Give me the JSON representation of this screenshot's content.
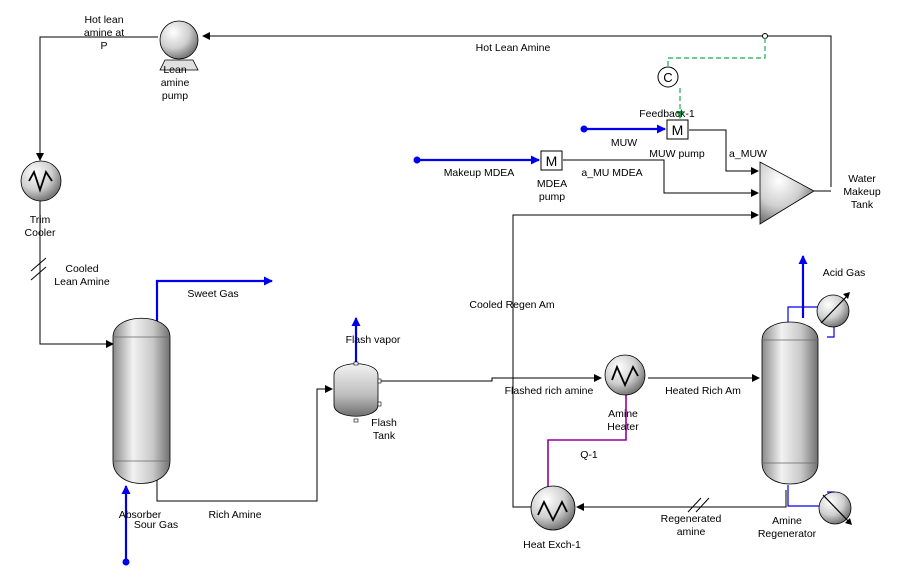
{
  "colors": {
    "process_stream": "#000000",
    "material_feed": "#0000ee",
    "energy_stream": "#990099",
    "signal_stream": "#22aa55"
  },
  "labels": {
    "hot_lean_amine_at_p_1": "Hot lean",
    "hot_lean_amine_at_p_2": "amine at",
    "hot_lean_amine_at_p_3": "P",
    "lean_amine_pump_1": "Lean",
    "lean_amine_pump_2": "amine",
    "lean_amine_pump_3": "pump",
    "hot_lean_amine": "Hot Lean Amine",
    "feedback": "Feedback-1",
    "muw": "MUW",
    "muw_pump": "MUW pump",
    "a_muw": "a_MUW",
    "makeup_mdea": "Makeup MDEA",
    "mdea_pump_1": "MDEA",
    "mdea_pump_2": "pump",
    "a_mu_mdea": "a_MU MDEA",
    "water_makeup_tank_1": "Water",
    "water_makeup_tank_2": "Makeup",
    "water_makeup_tank_3": "Tank",
    "trim_cooler_1": "Trim",
    "trim_cooler_2": "Cooler",
    "cooled_lean_amine_1": "Cooled",
    "cooled_lean_amine_2": "Lean Amine",
    "sweet_gas": "Sweet Gas",
    "cooled_regen_am": "Cooled Regen Am",
    "acid_gas": "Acid Gas",
    "flash_vapor": "Flash vapor",
    "flash_tank_1": "Flash",
    "flash_tank_2": "Tank",
    "flashed_rich_amine": "Flashed rich amine",
    "amine_heater_1": "Amine",
    "amine_heater_2": "Heater",
    "heated_rich_am": "Heated Rich Am",
    "q1": "Q-1",
    "absorber": "Absorber",
    "sour_gas": "Sour Gas",
    "rich_amine": "Rich Amine",
    "heat_exch": "Heat Exch-1",
    "regenerated_amine_1": "Regenerated",
    "regenerated_amine_2": "amine",
    "amine_regenerator_1": "Amine",
    "amine_regenerator_2": "Regenerator",
    "mixer_symbol": "M",
    "controller_symbol": "C"
  }
}
